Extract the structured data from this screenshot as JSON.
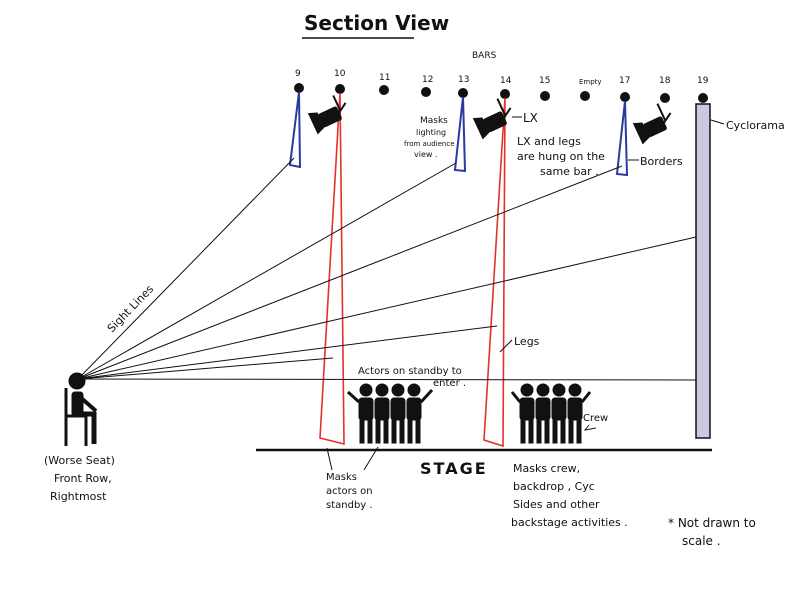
{
  "title": "Section View",
  "bars_heading": "BARS",
  "bar_numbers": [
    "9",
    "10",
    "11",
    "12",
    "13",
    "14",
    "15",
    "Empty",
    "17",
    "18",
    "19"
  ],
  "labels": {
    "lx": "LX",
    "lx_note": [
      "LX and legs",
      "are hung on the",
      "same bar ."
    ],
    "masks_lighting": [
      "Masks",
      "lighting",
      "from audience",
      "view ."
    ],
    "borders": "Borders",
    "cyclorama": "Cyclorama",
    "sight_lines": "Sight Lines",
    "legs": "Legs",
    "actors_standby": [
      "Actors on standby to",
      "enter ."
    ],
    "crew": "Crew",
    "stage": "STAGE",
    "worse_seat": [
      "(Worse Seat)",
      "Front Row,",
      "Rightmost"
    ],
    "masks_actors": [
      "Masks",
      "actors on",
      "standby ."
    ],
    "masks_crew": [
      "Masks crew,",
      "backdrop , Cyc",
      "Sides and other",
      "backstage activities ."
    ],
    "not_to_scale": [
      "* Not drawn to",
      "scale ."
    ]
  },
  "colors": {
    "ink": "#111111",
    "borders": "#2b3a9e",
    "legs": "#e0332a",
    "cyclorama_fill": "#c9cae0"
  }
}
